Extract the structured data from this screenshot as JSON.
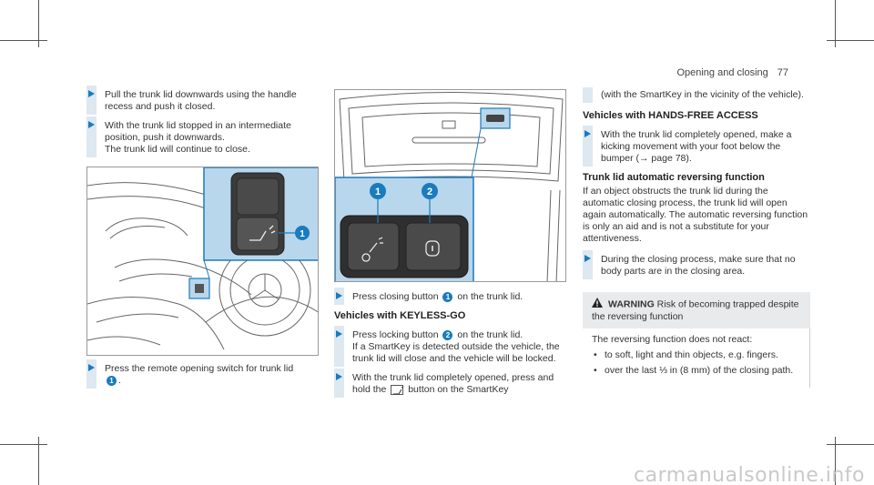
{
  "header": {
    "section": "Opening and closing",
    "page": "77"
  },
  "col1": {
    "step1": "Pull the trunk lid downwards using the han­dle recess and push it closed.",
    "step2_line1": "With the trunk lid stopped in an intermediate position, push it downwards.",
    "step2_line2": "The trunk lid will continue to close.",
    "fig1_callout": "1",
    "step3_text": "Press the remote opening switch for trunk lid",
    "step3_num": "1"
  },
  "col2": {
    "fig2_callout1": "1",
    "fig2_callout2": "2",
    "step1_pre": "Press closing button",
    "step1_num": "1",
    "step1_post": "on the trunk lid.",
    "heading": "Vehicles with KEYLESS-GO",
    "step2_pre": "Press locking button",
    "step2_num": "2",
    "step2_post": "on the trunk lid.",
    "step2_line2": "If a SmartKey is detected outside the vehicle, the trunk lid will close and the vehicle will be locked.",
    "step3_pre": "With the trunk lid completely opened, press and hold the",
    "step3_post": "button on the SmartKey"
  },
  "col3": {
    "cont_text": "(with the SmartKey in the vicinity of the vehi­cle).",
    "heading1": "Vehicles with HANDS-FREE ACCESS",
    "step1": "With the trunk lid completely opened, make a kicking movement with your foot below the bumper (→ page 78).",
    "heading2": "Trunk lid automatic reversing function",
    "para": "If an object obstructs the trunk lid during the automatic closing process, the trunk lid will open again automatically. The automatic revers­ing function is only an aid and is not a substitute for your attentiveness.",
    "step2": "During the closing process, make sure that no body parts are in the closing area.",
    "warning_label": "WARNING",
    "warning_title": "Risk of becoming trapped despite the reversing function",
    "warning_intro": "The reversing function does not react:",
    "bullets": [
      "to soft, light and thin objects, e.g. fingers.",
      "over the last ⅓ in (8 mm) of the closing path."
    ]
  },
  "watermark": "carmanualsonline.info",
  "colors": {
    "accent": "#1a7bbf",
    "highlight": "#b9d7ec",
    "step_bar": "#dde8f1",
    "warning_bg": "#e9eaeb"
  }
}
